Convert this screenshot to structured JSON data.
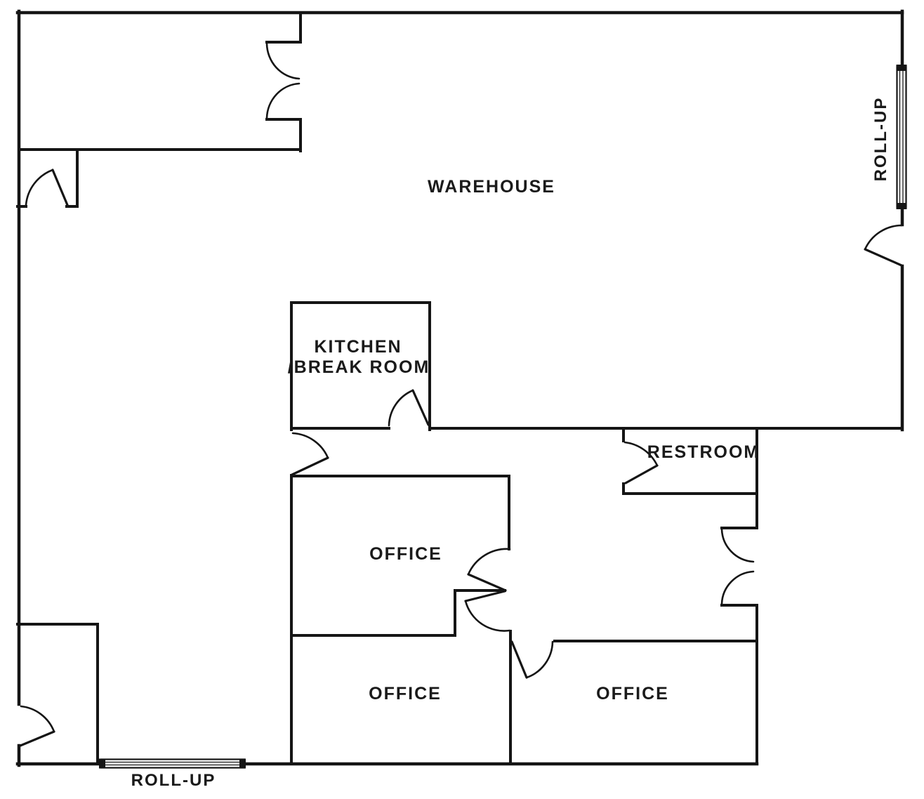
{
  "plan": {
    "background_color": "#ffffff",
    "wall_color": "#151515",
    "text_color": "#1a1a1a",
    "rooms": {
      "warehouse": {
        "label": "WAREHOUSE"
      },
      "kitchen": {
        "label_line1": "KITCHEN",
        "label_line2": "/BREAK ROOM"
      },
      "restroom": {
        "label": "RESTROOM"
      },
      "office_top": {
        "label": "OFFICE"
      },
      "office_bottom_left": {
        "label": "OFFICE"
      },
      "office_bottom_right": {
        "label": "OFFICE"
      }
    },
    "doors": {
      "rollup_right": {
        "label": "ROLL-UP"
      },
      "rollup_bottom": {
        "label": "ROLL-UP"
      }
    },
    "symbols": [
      "double-door-swing-icon",
      "single-door-swing-icon",
      "roll-up-door-icon"
    ]
  }
}
